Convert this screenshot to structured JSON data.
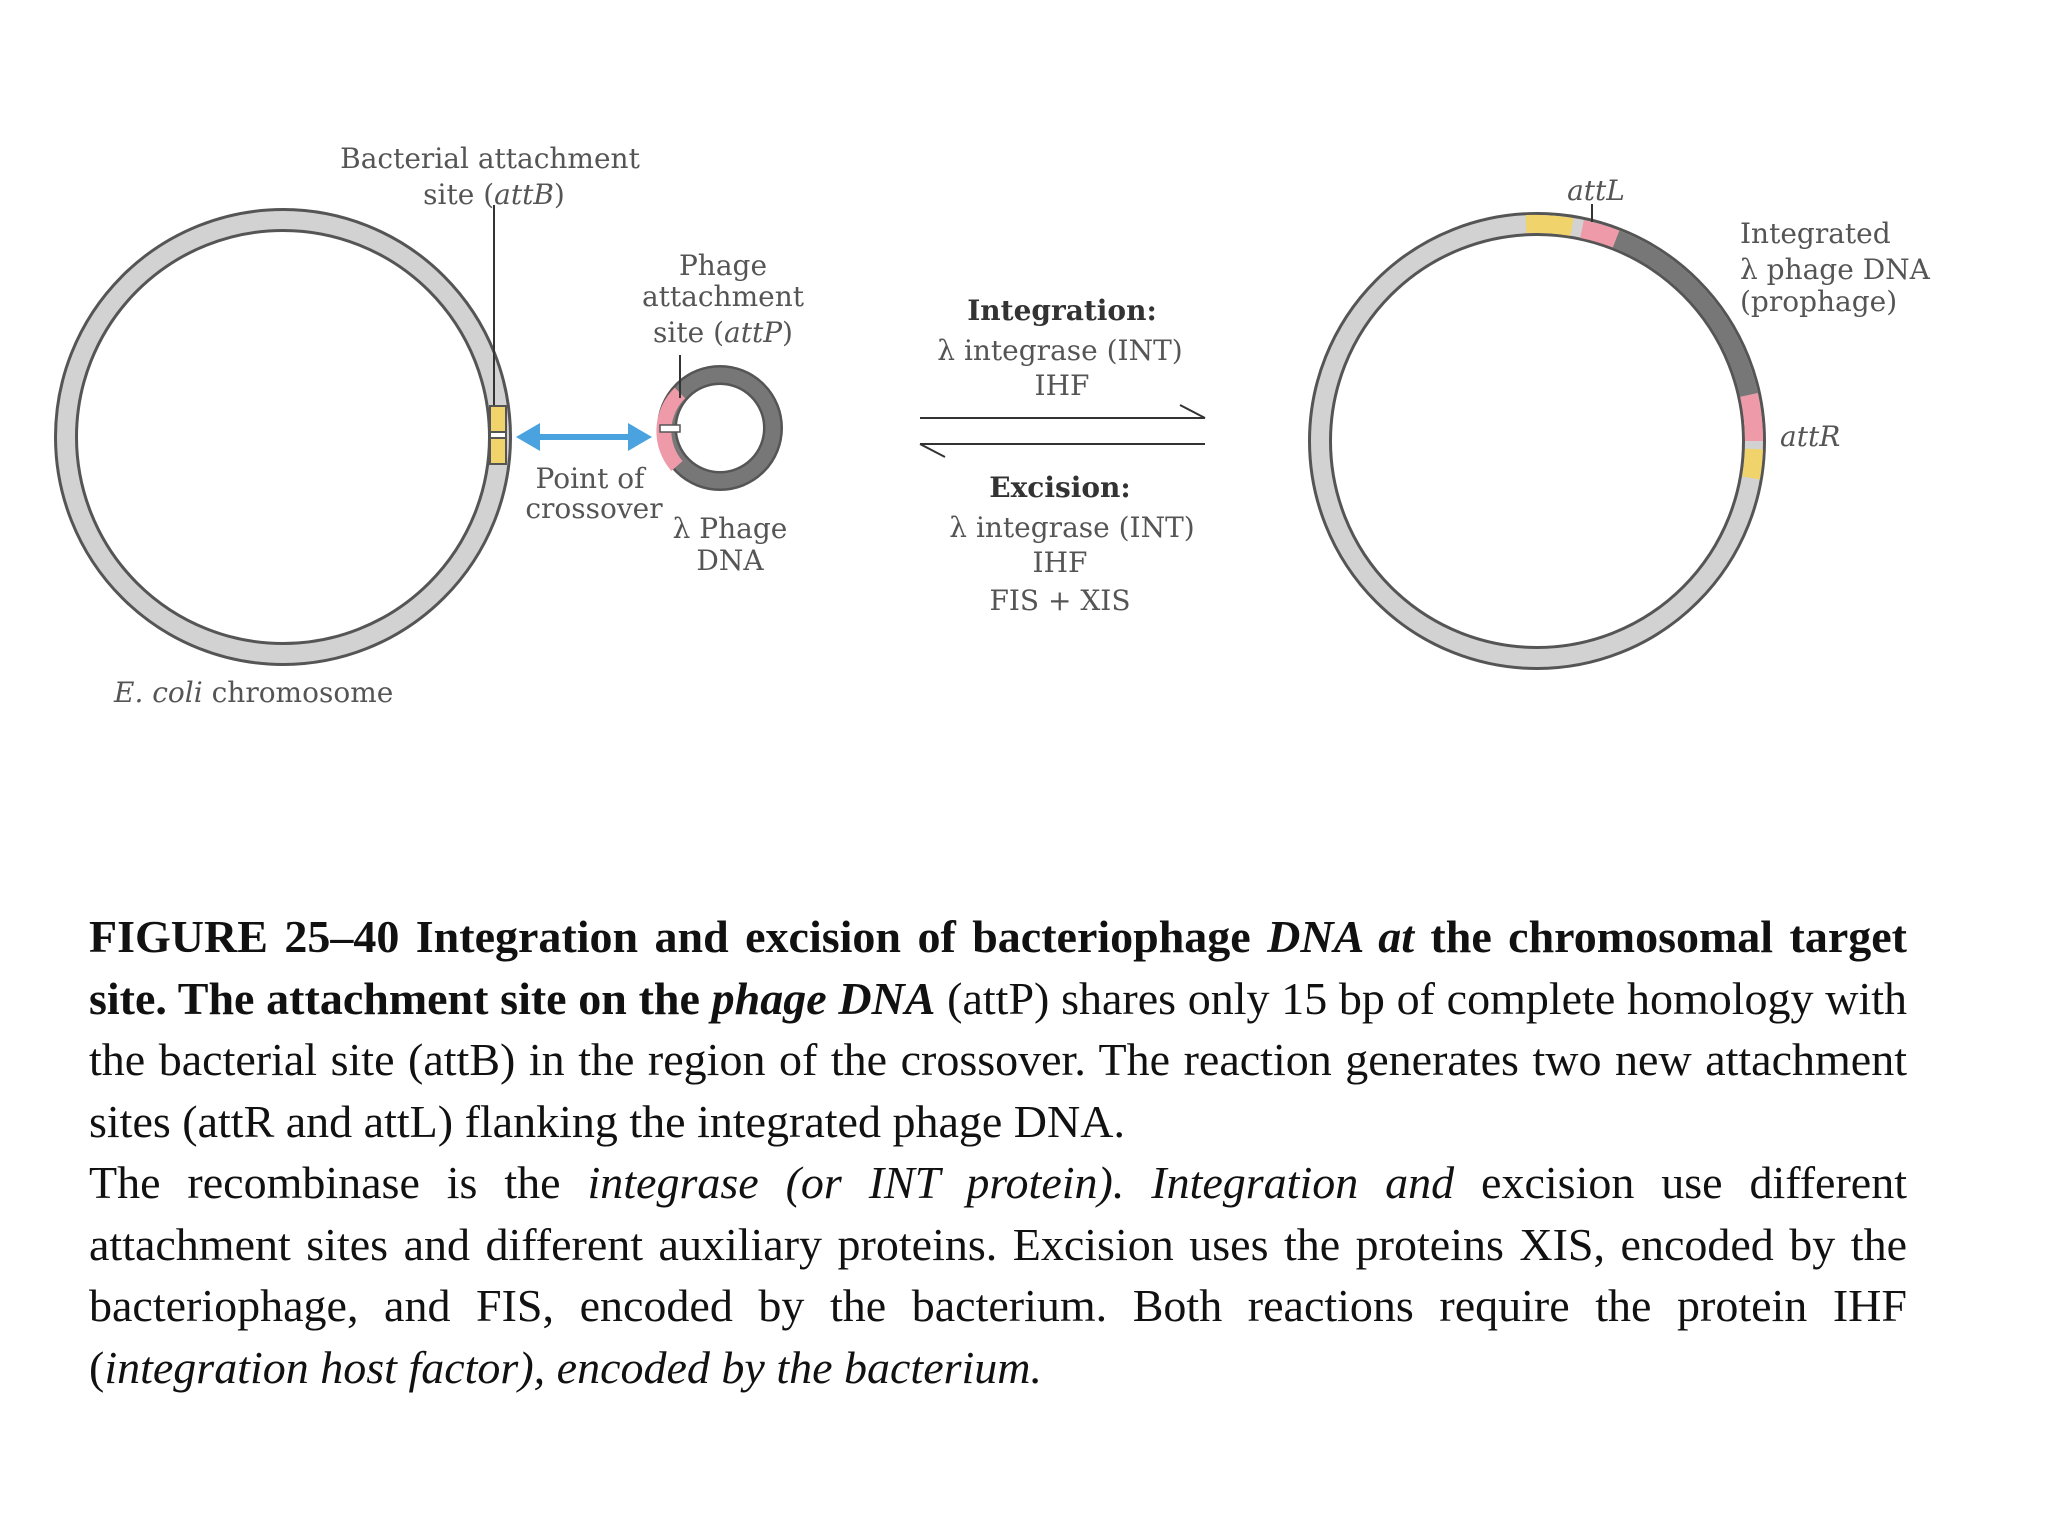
{
  "diagram": {
    "labels": {
      "attb_line1": "Bacterial attachment",
      "attb_line2_pre": "site (",
      "attb_line2_it": "attB",
      "attb_line2_post": ")",
      "attp_line1": "Phage",
      "attp_line2": "attachment",
      "attp_line3_pre": "site (",
      "attp_line3_it": "attP",
      "attp_line3_post": ")",
      "crossover_line1": "Point of",
      "crossover_line2": "crossover",
      "phage_dna_line1": "λ Phage",
      "phage_dna_line2": "DNA",
      "ecoli_it": "E. coli",
      "ecoli_rest": " chromosome",
      "integration_title": "Integration:",
      "integration_line1": "λ integrase (INT)",
      "integration_line2": "IHF",
      "excision_title": "Excision:",
      "excision_line1": "λ integrase (INT)",
      "excision_line2": "IHF",
      "excision_line3": "FIS + XIS",
      "attl": "attL",
      "attr": "attR",
      "prophage_line1": "Integrated",
      "prophage_line2": "λ phage DNA",
      "prophage_line3": "(prophage)"
    },
    "colors": {
      "chromosome_fill": "#d2d2d2",
      "chromosome_outline": "#555555",
      "phage_dna": "#777777",
      "att_site_yellow": "#f1d36b",
      "att_site_pink": "#ee9aa8",
      "crossover_arrow": "#4aa3df"
    }
  },
  "caption": {
    "p1_bold": "FIGURE 25–40 Integration and excision of bacteriophage ",
    "p1_bold_italic1": "DNA at",
    "p1_bold_mid": " the chromosomal target site. The attachment site on the ",
    "p1_bold_italic2": "phage DNA",
    "p1_rest": " (attP) shares only 15 bp of complete homology with the bacterial site (attB) in the region of the crossover. The reaction generates two new attachment sites (attR and attL) flanking the integrated phage DNA.",
    "p2_pre": "The recombinase is the ",
    "p2_italic1": "integrase (or INT protein). Integration and",
    "p2_mid": " excision use different attachment sites and different auxiliary proteins. Excision uses the proteins XIS, encoded by the bacteriophage, and FIS, encoded by the bacterium. Both reactions require the protein IHF (",
    "p2_italic2": "integration host factor), encoded by the bacterium."
  }
}
